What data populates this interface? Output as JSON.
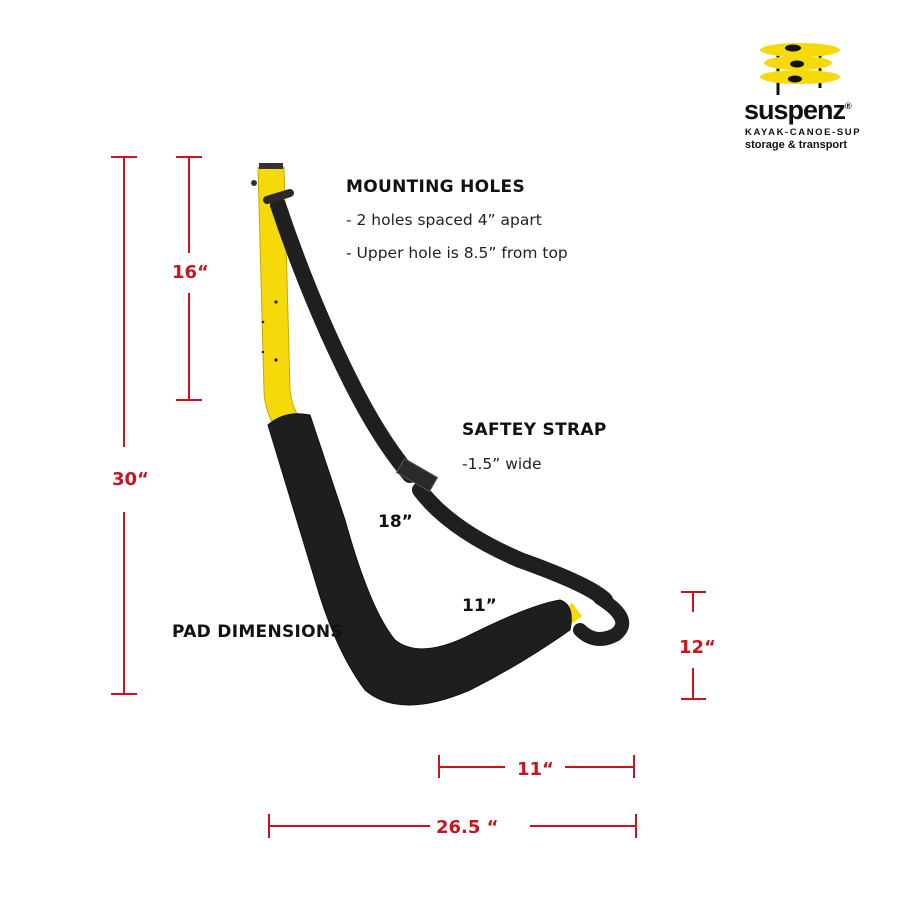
{
  "logo": {
    "name": "suspenz",
    "registered": "®",
    "tagline1": "KAYAK-CANOE-SUP",
    "tagline2": "storage & transport"
  },
  "mounting_holes": {
    "title": "MOUNTING HOLES",
    "lines": [
      "- 2 holes spaced 4” apart",
      "- Upper hole is 8.5” from top"
    ]
  },
  "safety_strap": {
    "title": "SAFTEY STRAP",
    "line": "-1.5” wide"
  },
  "pad": {
    "title": "PAD DIMENSIONS",
    "long_length": "18”",
    "short_length": "11”"
  },
  "dimensions": {
    "total_height": "30“",
    "upper_height": "16“",
    "arm_height": "12“",
    "arm_depth": "11“",
    "total_depth": "26.5 “"
  },
  "colors": {
    "dimension_red": "#c8141e",
    "bracket_yellow": "#f5d90a",
    "pad_black": "#1c1c1c"
  }
}
